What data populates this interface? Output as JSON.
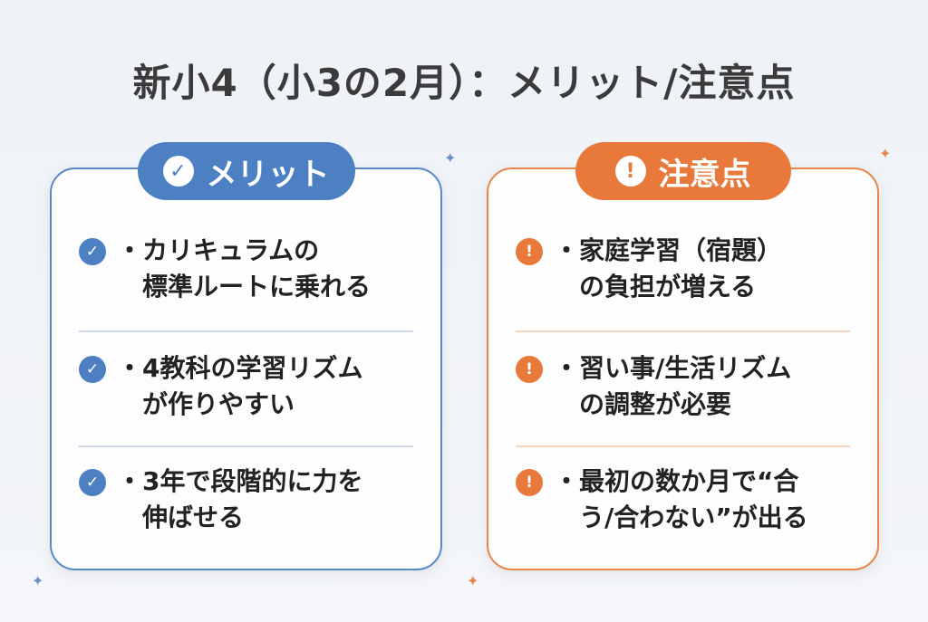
{
  "title": "新小4（小3の2月）：メリット/注意点",
  "merits": {
    "label": "メリット",
    "icon": "check-circle",
    "color": "#4d80c2",
    "items": [
      "・カリキュラムの\n　標準ルートに乗れる",
      "・4教科の学習リズム\n　が作りやすい",
      "・3年で段階的に力を\n　伸ばせる"
    ]
  },
  "cautions": {
    "label": "注意点",
    "icon": "exclamation-circle",
    "color": "#e8793a",
    "items": [
      "・家庭学習（宿題）\n　の負担が増える",
      "・習い事/生活リズム\n　の調整が必要",
      "・最初の数か月で“合\n　う/合わない”が出る"
    ]
  }
}
